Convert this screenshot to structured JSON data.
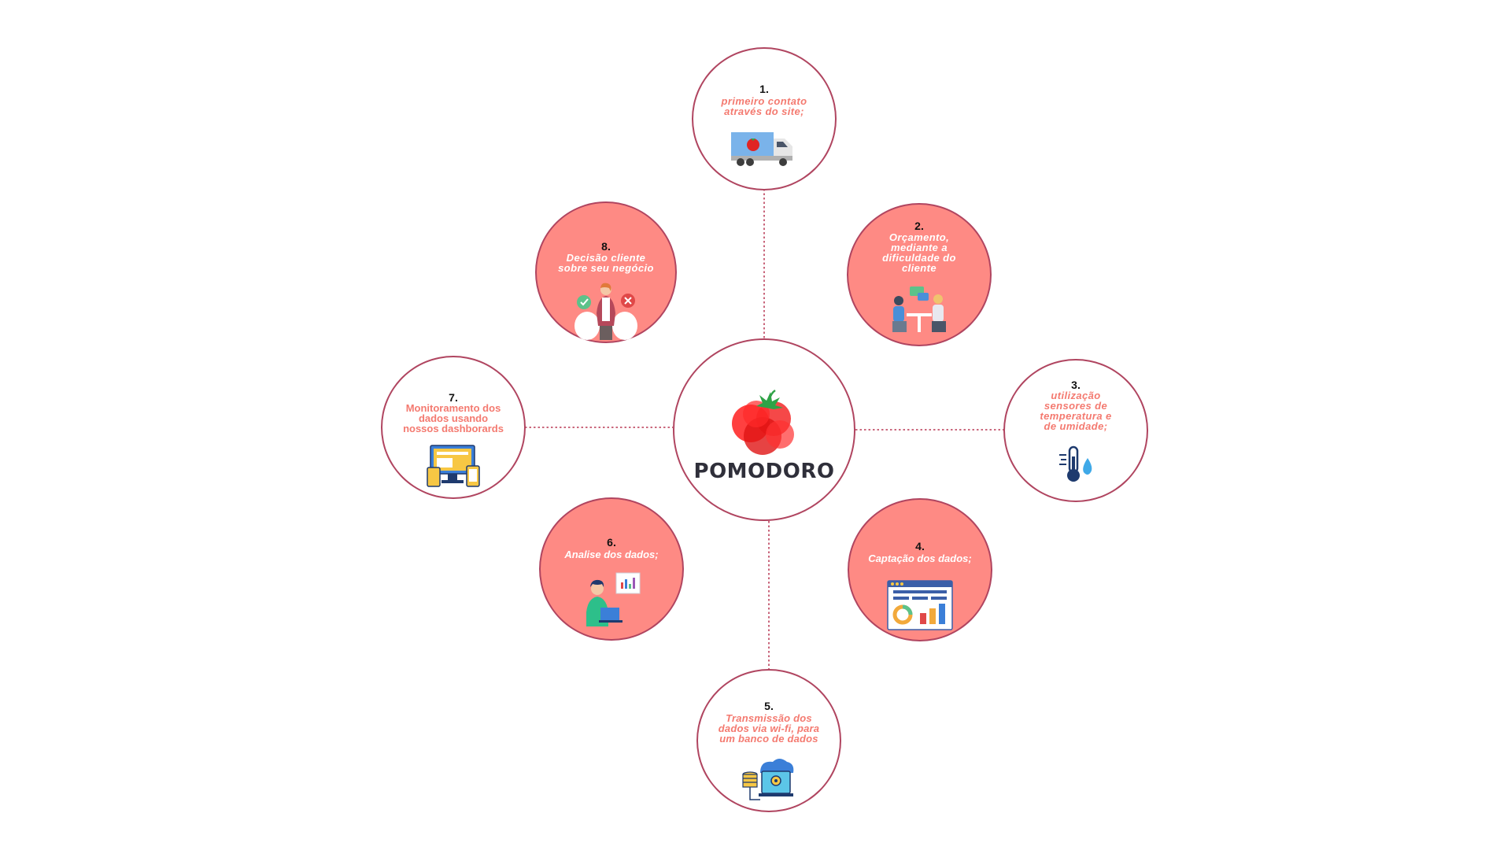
{
  "brand": {
    "name": "POMODORO",
    "logo_icon": "tomato-logo-icon"
  },
  "colors": {
    "border": "#b04560",
    "pink_fill": "#fe8a84",
    "salmon_text": "#f47a70",
    "connector": "#c2536b"
  },
  "steps": [
    {
      "number": "1.",
      "label": "primeiro contato\natravés do site;",
      "icon": "delivery-truck-icon"
    },
    {
      "number": "2.",
      "label": "Orçamento,\nmediante a\ndificuldade do\ncliente",
      "icon": "meeting-people-icon"
    },
    {
      "number": "3.",
      "label": "utilização\nsensores de\ntemperatura e\nde umidade;",
      "icon": "thermometer-humidity-icon"
    },
    {
      "number": "4.",
      "label": "Captação dos dados;",
      "icon": "dashboard-window-icon"
    },
    {
      "number": "5.",
      "label": "Transmissão dos\ndados via wi-fi, para\num banco de dados",
      "icon": "cloud-database-icon"
    },
    {
      "number": "6.",
      "label": "Analise dos dados;",
      "icon": "data-analyst-icon"
    },
    {
      "number": "7.",
      "label": "Monitoramento dos\ndados usando\nnossos dashborards",
      "icon": "multi-device-icon"
    },
    {
      "number": "8.",
      "label": "Decisão cliente\nsobre seu negócio",
      "icon": "decision-person-icon"
    }
  ]
}
